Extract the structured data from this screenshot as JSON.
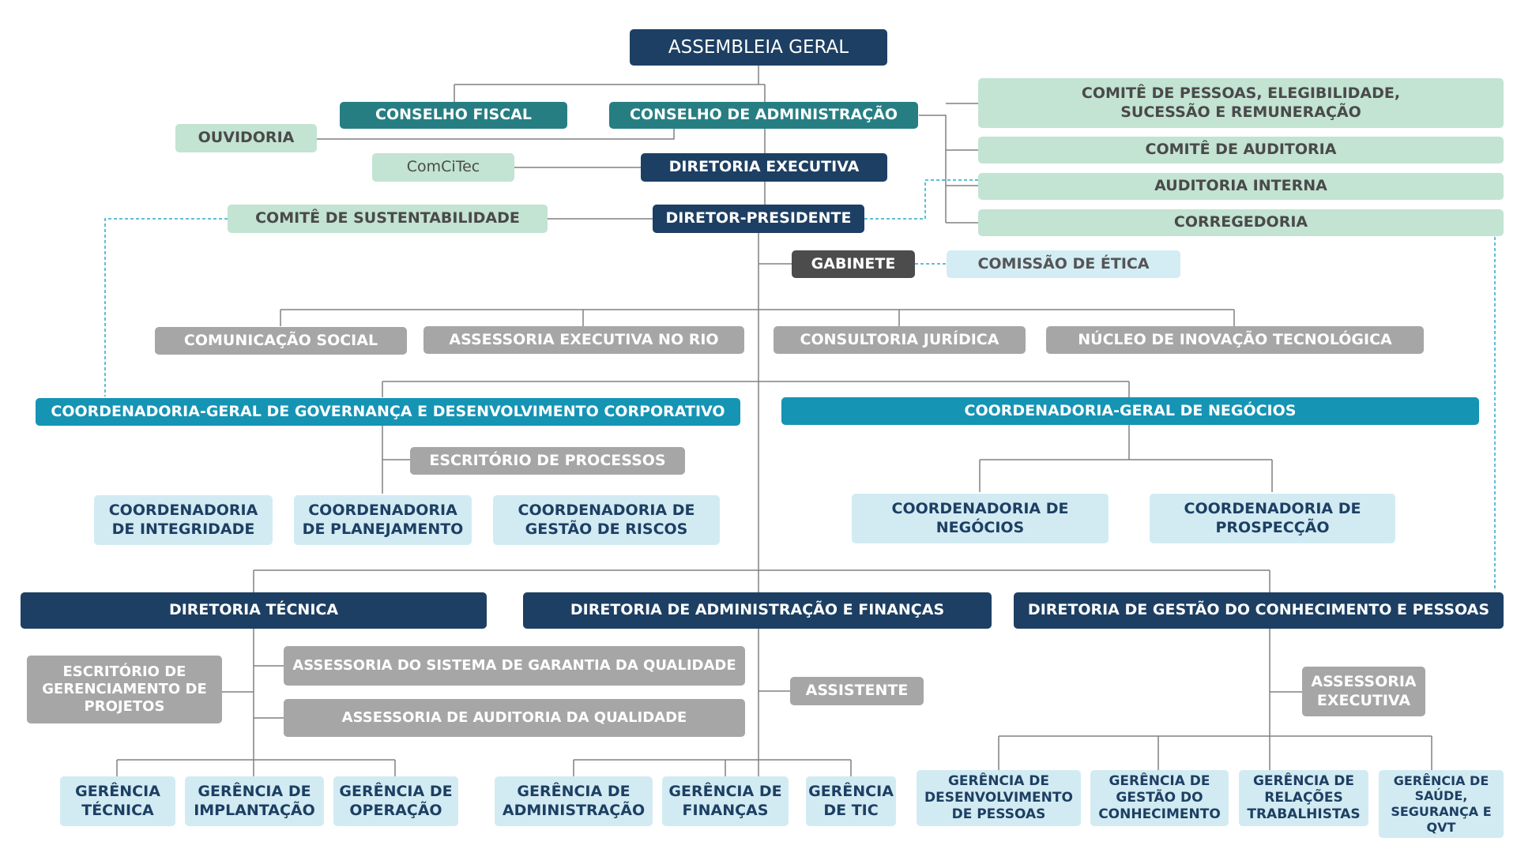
{
  "nodes": {
    "assembleia": "ASSEMBLEIA GERAL",
    "conselho_fiscal": "CONSELHO FISCAL",
    "conselho_adm": "CONSELHO DE ADMINISTRAÇÃO",
    "ouvidoria": "OUVIDORIA",
    "comcitec": "ComCiTec",
    "diretoria_executiva": "DIRETORIA EXECUTIVA",
    "comite_pessoas": "COMITÊ DE PESSOAS, ELEGIBILIDADE,\nSUCESSÃO E REMUNERAÇÃO",
    "comite_auditoria": "COMITÊ DE AUDITORIA",
    "auditoria_interna": "AUDITORIA INTERNA",
    "corregedoria": "CORREGEDORIA",
    "comite_sustentabilidade": "COMITÊ DE SUSTENTABILIDADE",
    "diretor_presidente": "DIRETOR-PRESIDENTE",
    "gabinete": "GABINETE",
    "comissao_etica": "COMISSÃO DE ÉTICA",
    "comunicacao_social": "COMUNICAÇÃO SOCIAL",
    "assessoria_executiva_rio": "ASSESSORIA EXECUTIVA NO RIO",
    "consultoria_juridica": "CONSULTORIA JURÍDICA",
    "nucleo_inovacao": "NÚCLEO DE INOVAÇÃO TECNOLÓGICA",
    "cg_governanca": "COORDENADORIA-GERAL DE GOVERNANÇA E DESENVOLVIMENTO CORPORATIVO",
    "cg_negocios": "COORDENADORIA-GERAL DE NEGÓCIOS",
    "escritorio_processos": "ESCRITÓRIO DE PROCESSOS",
    "coord_integridade": "COORDENADORIA\nDE INTEGRIDADE",
    "coord_planejamento": "COORDENADORIA\nDE PLANEJAMENTO",
    "coord_riscos": "COORDENADORIA DE\nGESTÃO DE RISCOS",
    "coord_negocios": "COORDENADORIA DE\nNEGÓCIOS",
    "coord_prospeccao": "COORDENADORIA DE\nPROSPECÇÃO",
    "diretoria_tecnica": "DIRETORIA TÉCNICA",
    "diretoria_adm_fin": "DIRETORIA DE ADMINISTRAÇÃO E FINANÇAS",
    "diretoria_gestao_conhecimento": "DIRETORIA DE GESTÃO DO CONHECIMENTO E PESSOAS",
    "escritorio_projetos": "ESCRITÓRIO DE\nGERENCIAMENTO DE\nPROJETOS",
    "assessoria_sgq": "ASSESSORIA DO SISTEMA DE GARANTIA DA QUALIDADE",
    "assessoria_auditoria_qualidade": "ASSESSORIA DE AUDITORIA DA QUALIDADE",
    "assistente": "ASSISTENTE",
    "assessoria_executiva": "ASSESSORIA\nEXECUTIVA",
    "ger_tecnica": "GERÊNCIA\nTÉCNICA",
    "ger_implantacao": "GERÊNCIA DE\nIMPLANTAÇÃO",
    "ger_operacao": "GERÊNCIA DE\nOPERAÇÃO",
    "ger_administracao": "GERÊNCIA DE\nADMINISTRAÇÃO",
    "ger_financas": "GERÊNCIA DE\nFINANÇAS",
    "ger_tic": "GERÊNCIA\nDE TIC",
    "ger_desenv_pessoas": "GERÊNCIA DE\nDESENVOLVIMENTO\nDE PESSOAS",
    "ger_gestao_conhecimento": "GERÊNCIA DE\nGESTÃO DO\nCONHECIMENTO",
    "ger_relacoes_trabalhistas": "GERÊNCIA DE\nRELAÇÕES\nTRABALHISTAS",
    "ger_saude": "GERÊNCIA DE\nSAÚDE,\nSEGURANÇA E\nQVT"
  },
  "colors": {
    "navy": "#1d3f63",
    "teal": "#267e82",
    "blue": "#1594b4",
    "mint": "#c3e3d3",
    "gray": "#a6a6a6",
    "dark_gray": "#4c4c4c",
    "light_blue": "#d2ebf3",
    "line": "#7f7f7f",
    "dashed_line": "#2aa8c8"
  }
}
